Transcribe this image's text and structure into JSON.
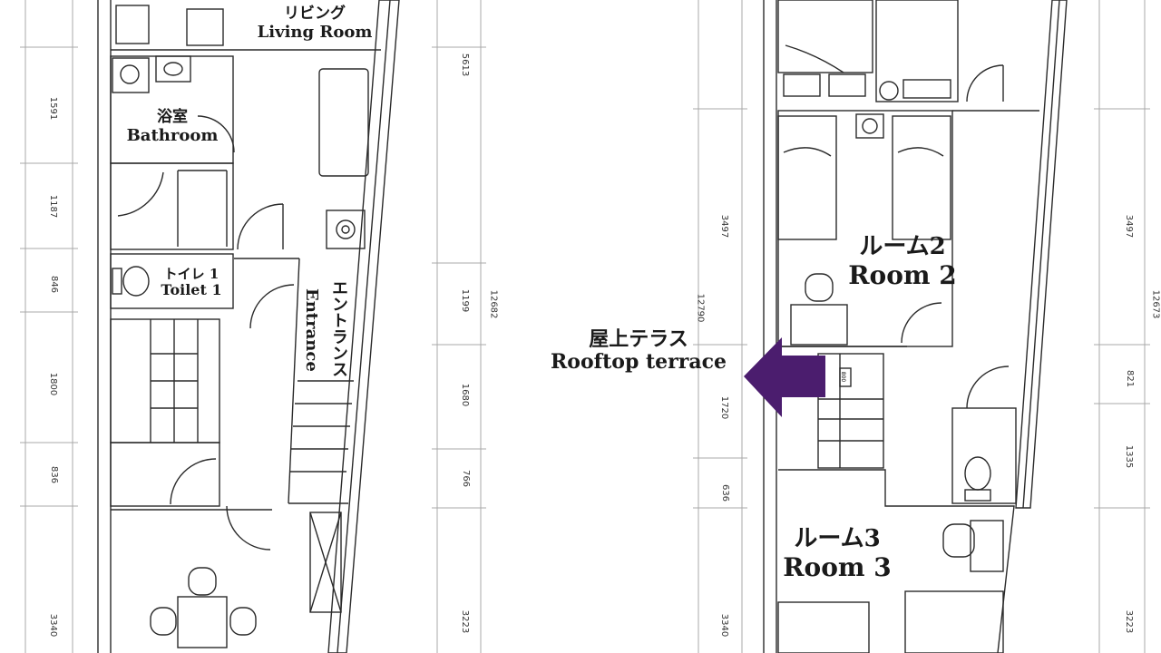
{
  "labels": {
    "living_jp": "リビング",
    "living_en": "Living Room",
    "bath_jp": "浴室",
    "bath_en": "Bathroom",
    "toilet_jp": "トイレ 1",
    "toilet_en": "Toilet 1",
    "entrance_jp": "エントランス",
    "entrance_en": "Entrance",
    "rooftop_jp": "屋上テラス",
    "rooftop_en": "Rooftop terrace",
    "room2_jp": "ルーム2",
    "room2_en": "Room 2",
    "room3_jp": "ルーム3",
    "room3_en": "Room 3",
    "stair_width": "800"
  },
  "dimensions": {
    "left_col": [
      "1591",
      "1187",
      "846",
      "1800",
      "836",
      "3340"
    ],
    "mid1_col": [
      "5613",
      "1199",
      "1680",
      "766",
      "3223"
    ],
    "mid1_total": "12682",
    "mid2_col": [
      "3497",
      "1720",
      "636",
      "3340"
    ],
    "mid2_total": "12790",
    "right_col": [
      "3497",
      "821",
      "1335",
      "3223"
    ],
    "right_total": "12673"
  },
  "colors": {
    "arrow": "#4b1d6e",
    "lines": "#2a2a2a",
    "dim_lines": "#9a9a9a"
  }
}
